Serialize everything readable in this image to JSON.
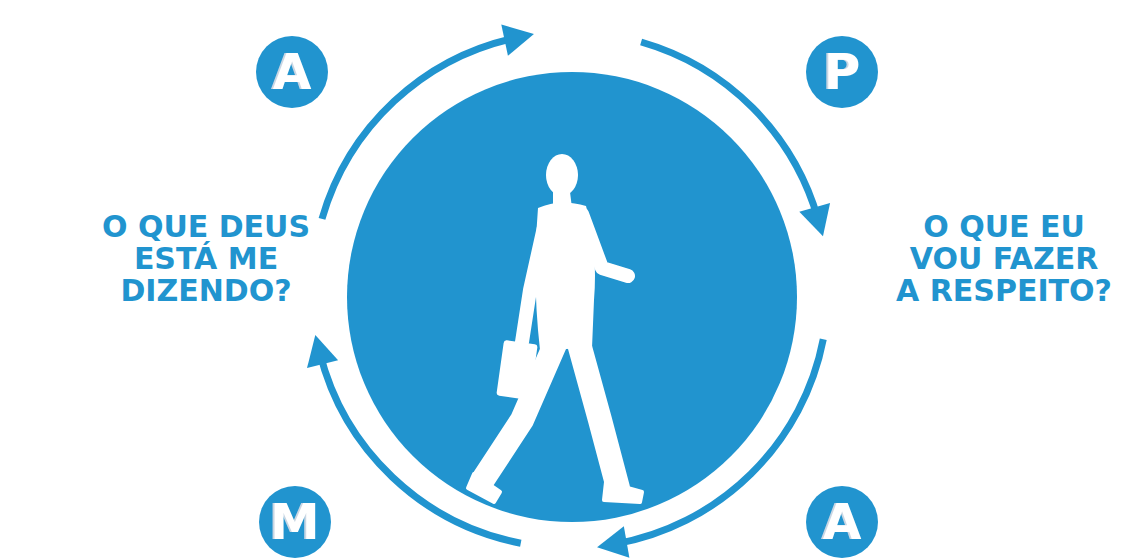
{
  "diagram": {
    "nodes": [
      {
        "text": [
          "A"
        ]
      },
      {
        "text": [
          "P"
        ]
      },
      {
        "text": [
          "M"
        ]
      },
      {
        "text": [
          "A"
        ]
      }
    ],
    "labels": [
      "O QUE DEUS ESTÁ ME DIZENDO?",
      "O QUE EU VOU FAZER A RESPEITO?"
    ]
  }
}
